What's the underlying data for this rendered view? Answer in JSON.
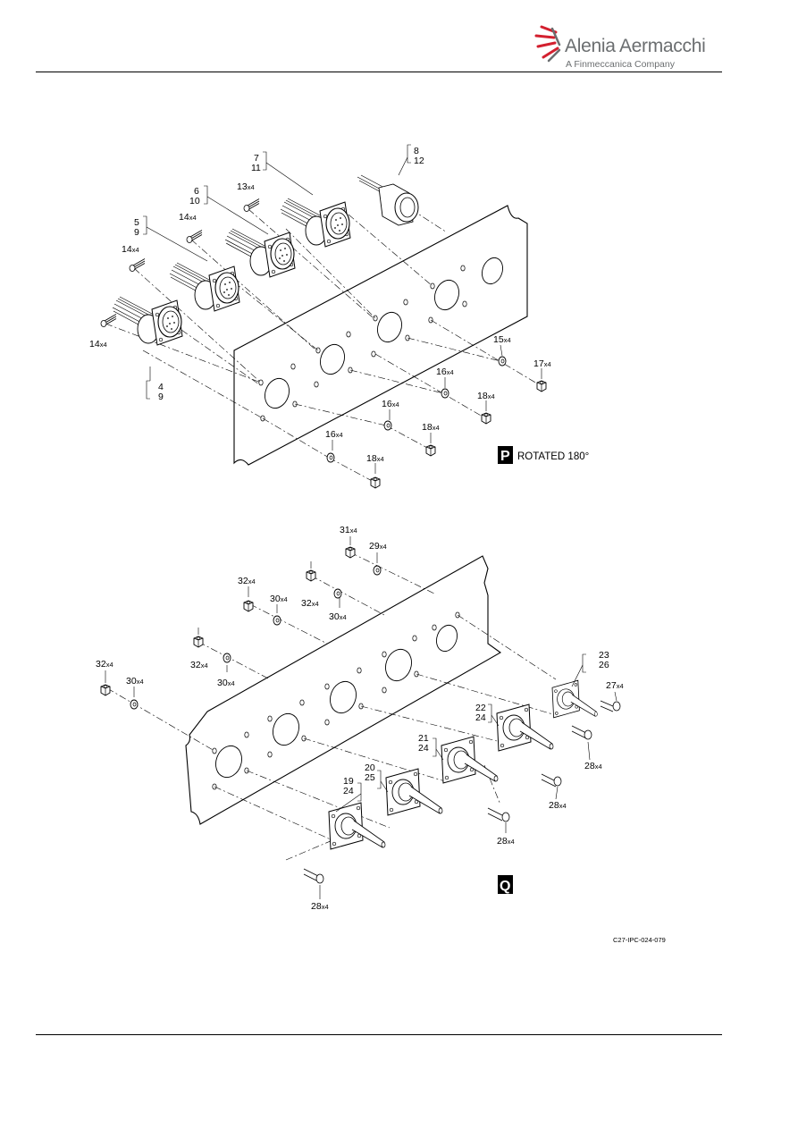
{
  "header": {
    "brand": "Alenia Aermacchi",
    "tagline": "A Finmeccanica Company"
  },
  "figure": {
    "view_p": {
      "badge": "P",
      "caption": "ROTATED 180°",
      "callouts": [
        {
          "id": "c7",
          "lines": [
            "7",
            "11"
          ]
        },
        {
          "id": "c8",
          "lines": [
            "8",
            "12"
          ]
        },
        {
          "id": "c6",
          "lines": [
            "6",
            "10"
          ]
        },
        {
          "id": "c5",
          "lines": [
            "5",
            "9"
          ]
        },
        {
          "id": "c4",
          "lines": [
            "4",
            "9"
          ]
        },
        {
          "id": "c13",
          "num": "13",
          "qty": "x4"
        },
        {
          "id": "c14a",
          "num": "14",
          "qty": "x4"
        },
        {
          "id": "c14b",
          "num": "14",
          "qty": "x4"
        },
        {
          "id": "c14c",
          "num": "14",
          "qty": "x4"
        },
        {
          "id": "c15",
          "num": "15",
          "qty": "x4"
        },
        {
          "id": "c17",
          "num": "17",
          "qty": "x4"
        },
        {
          "id": "c16a",
          "num": "16",
          "qty": "x4"
        },
        {
          "id": "c18a",
          "num": "18",
          "qty": "x4"
        },
        {
          "id": "c16b",
          "num": "16",
          "qty": "x4"
        },
        {
          "id": "c18b",
          "num": "18",
          "qty": "x4"
        },
        {
          "id": "c16c",
          "num": "16",
          "qty": "x4"
        },
        {
          "id": "c18c",
          "num": "18",
          "qty": "x4"
        }
      ]
    },
    "view_q": {
      "badge": "Q",
      "callouts": [
        {
          "id": "q31",
          "num": "31",
          "qty": "x4"
        },
        {
          "id": "q29",
          "num": "29",
          "qty": "x4"
        },
        {
          "id": "q32a",
          "num": "32",
          "qty": "x4"
        },
        {
          "id": "q30a",
          "num": "30",
          "qty": "x4"
        },
        {
          "id": "q32b",
          "num": "32",
          "qty": "x4"
        },
        {
          "id": "q30b",
          "num": "30",
          "qty": "x4"
        },
        {
          "id": "q32c",
          "num": "32",
          "qty": "x4"
        },
        {
          "id": "q30c",
          "num": "30",
          "qty": "x4"
        },
        {
          "id": "q32d",
          "num": "32",
          "qty": "x4"
        },
        {
          "id": "q30d",
          "num": "30",
          "qty": "x4"
        },
        {
          "id": "q23",
          "lines": [
            "23",
            "26"
          ]
        },
        {
          "id": "q27",
          "num": "27",
          "qty": "x4"
        },
        {
          "id": "q22",
          "lines": [
            "22",
            "24"
          ]
        },
        {
          "id": "q28a",
          "num": "28",
          "qty": "x4"
        },
        {
          "id": "q21",
          "lines": [
            "21",
            "24"
          ]
        },
        {
          "id": "q28b",
          "num": "28",
          "qty": "x4"
        },
        {
          "id": "q20",
          "lines": [
            "20",
            "25"
          ]
        },
        {
          "id": "q19",
          "lines": [
            "19",
            "24"
          ]
        },
        {
          "id": "q28c",
          "num": "28",
          "qty": "x4"
        },
        {
          "id": "q28d",
          "num": "28",
          "qty": "x4"
        }
      ]
    },
    "reference": "C27-IPC-024-079"
  }
}
